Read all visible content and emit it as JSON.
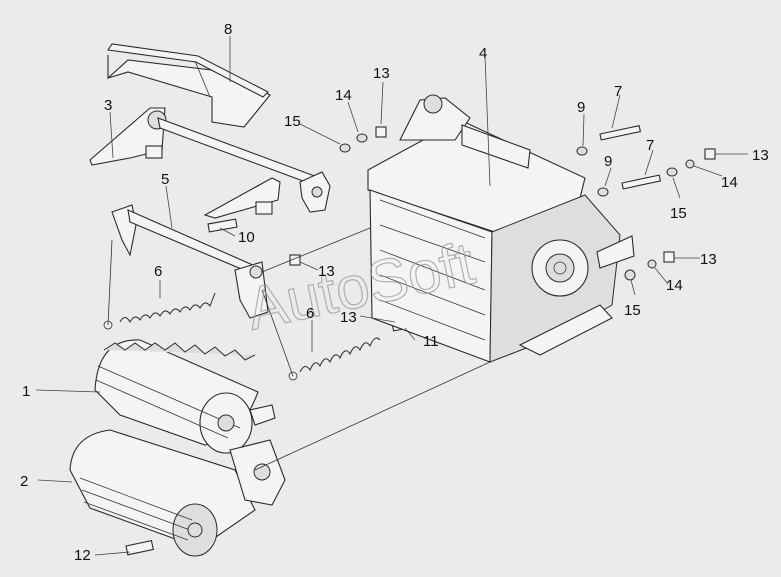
{
  "watermark": "AutoSoft",
  "callouts": [
    {
      "id": "c1",
      "label": "1"
    },
    {
      "id": "c2",
      "label": "2"
    },
    {
      "id": "c3",
      "label": "3"
    },
    {
      "id": "c4",
      "label": "4"
    },
    {
      "id": "c5",
      "label": "5"
    },
    {
      "id": "c6a",
      "label": "6"
    },
    {
      "id": "c6b",
      "label": "6"
    },
    {
      "id": "c7a",
      "label": "7"
    },
    {
      "id": "c7b",
      "label": "7"
    },
    {
      "id": "c8",
      "label": "8"
    },
    {
      "id": "c9a",
      "label": "9"
    },
    {
      "id": "c9b",
      "label": "9"
    },
    {
      "id": "c10",
      "label": "10"
    },
    {
      "id": "c11",
      "label": "11"
    },
    {
      "id": "c12",
      "label": "12"
    },
    {
      "id": "c13a",
      "label": "13"
    },
    {
      "id": "c13b",
      "label": "13"
    },
    {
      "id": "c13c",
      "label": "13"
    },
    {
      "id": "c13d",
      "label": "13"
    },
    {
      "id": "c13e",
      "label": "13"
    },
    {
      "id": "c14a",
      "label": "14"
    },
    {
      "id": "c14b",
      "label": "14"
    },
    {
      "id": "c14c",
      "label": "14"
    },
    {
      "id": "c15a",
      "label": "15"
    },
    {
      "id": "c15b",
      "label": "15"
    },
    {
      "id": "c15c",
      "label": "15"
    }
  ]
}
